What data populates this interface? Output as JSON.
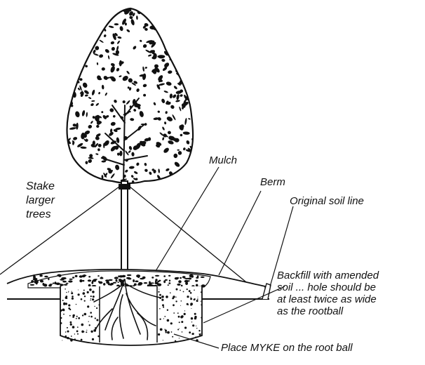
{
  "labels": {
    "mulch": "Mulch",
    "berm": "Berm",
    "original_soil_line": "Original soil line",
    "stake": [
      "Stake",
      "larger",
      "trees"
    ],
    "backfill": [
      "Backfill with amended",
      "soil ... hole should be",
      "at least twice as wide",
      "as the rootball"
    ],
    "myke": "Place MYKE on the root ball"
  },
  "colors": {
    "ink": "#111111",
    "background": "#ffffff"
  }
}
